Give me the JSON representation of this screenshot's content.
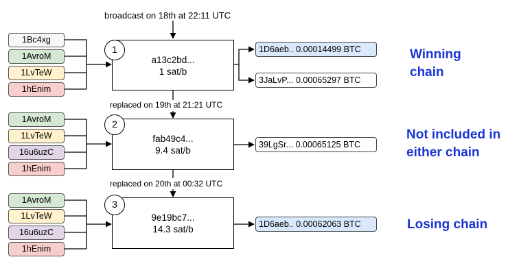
{
  "colors": {
    "white": "#f7f7f7",
    "green": "#d5e8d4",
    "yellow": "#fff2cc",
    "purple": "#e1d5e7",
    "red": "#f8cecc",
    "blue": "#dae8fc",
    "chain_label": "#1c35d6"
  },
  "annotations": {
    "broadcast": "broadcast on 18th at 22:11 UTC",
    "replaced_1": "replaced on 19th at 21:21 UTC",
    "replaced_2": "replaced on 20th at 00:32 UTC"
  },
  "transactions": [
    {
      "number": "1",
      "txid": "a13c2bd...",
      "fee": "1 sat/b",
      "inputs": [
        {
          "label": "1Bc4xg",
          "color": "#f7f7f7"
        },
        {
          "label": "1AvroM",
          "color": "#d5e8d4"
        },
        {
          "label": "1LvTeW",
          "color": "#fff2cc"
        },
        {
          "label": "1hEnim",
          "color": "#f8cecc"
        }
      ],
      "outputs": [
        {
          "label": "1D6aeb.. 0.00014499 BTC",
          "color": "#dae8fc"
        },
        {
          "label": "3JaLvP... 0.00065297 BTC",
          "color": "#ffffff"
        }
      ]
    },
    {
      "number": "2",
      "txid": "fab49c4...",
      "fee": "9.4 sat/b",
      "inputs": [
        {
          "label": "1AvroM",
          "color": "#d5e8d4"
        },
        {
          "label": "1LvTeW",
          "color": "#fff2cc"
        },
        {
          "label": "16u6uzC",
          "color": "#e1d5e7"
        },
        {
          "label": "1hEnim",
          "color": "#f8cecc"
        }
      ],
      "outputs": [
        {
          "label": "39LgSr... 0.00065125 BTC",
          "color": "#ffffff"
        }
      ]
    },
    {
      "number": "3",
      "txid": "9e19bc7...",
      "fee": "14.3 sat/b",
      "inputs": [
        {
          "label": "1AvroM",
          "color": "#d5e8d4"
        },
        {
          "label": "1LvTeW",
          "color": "#fff2cc"
        },
        {
          "label": "16u6uzC",
          "color": "#e1d5e7"
        },
        {
          "label": "1hEnim",
          "color": "#f8cecc"
        }
      ],
      "outputs": [
        {
          "label": "1D6aeb.. 0.00062063 BTC",
          "color": "#dae8fc"
        }
      ]
    }
  ],
  "chain_labels": {
    "winning": "Winning chain",
    "not_included": "Not included in either chain",
    "losing": "Losing chain"
  }
}
